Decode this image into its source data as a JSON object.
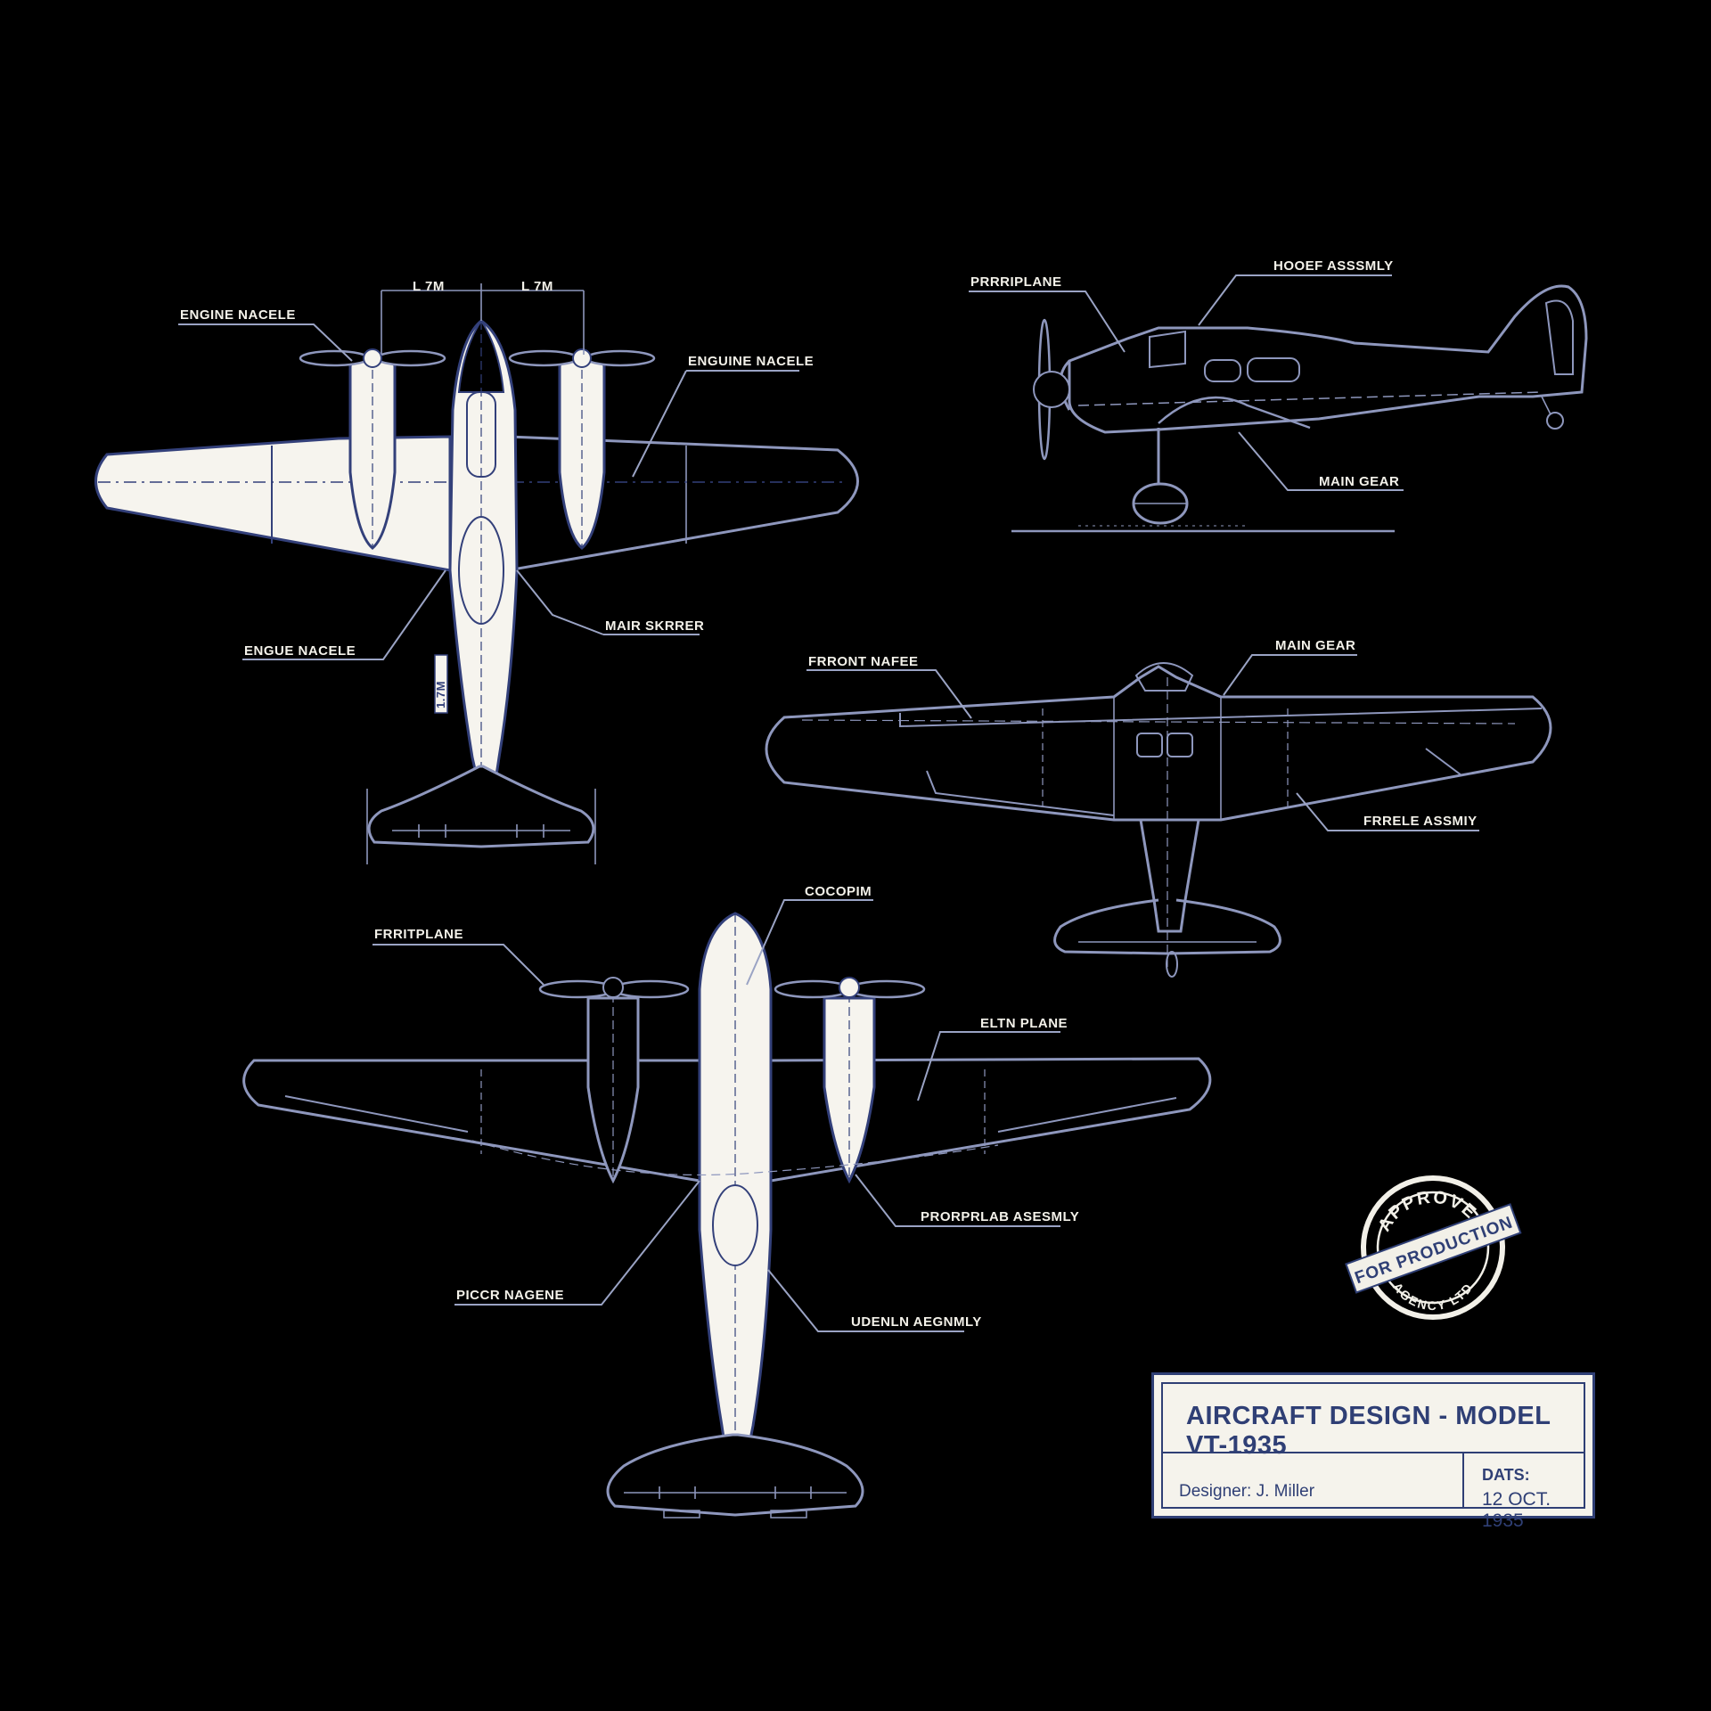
{
  "top_view": {
    "dim_left": "L 7M",
    "dim_right": "L 7M",
    "side_dim": "1.7M",
    "labels": {
      "engine_nacelle_left": "ENGINE NACELE",
      "engine_nacelle_right": "ENGUINE NACELE",
      "engine_nacelle_lower": "ENGUE NACELE",
      "main_steerer": "MAIR SKRRER"
    }
  },
  "side_view": {
    "labels": {
      "propeller": "PRRRIPLANE",
      "cockpit": "HOOEF ASSSMLY",
      "main_gear": "MAIN GEAR"
    }
  },
  "single_view": {
    "labels": {
      "front_nacelle": "FRRONT NAFEE",
      "main_gear": "MAIN GEAR",
      "frame": "FRRELE ASSMIY"
    }
  },
  "bottom_view": {
    "labels": {
      "cockpit": "COCOPIM",
      "propeller": "FRRITPLANE",
      "tail_plane": "ELTN PLANE",
      "prop_assembly": "PRORPRLAB ASESMLY",
      "engine_fairing": "PICCR NAGENE",
      "fuselage": "UDENLN AEGNMLY"
    }
  },
  "stamp": {
    "top": "APPROVED",
    "band": "FOR PRODUCTION",
    "bottom": "AGENCY LTD"
  },
  "title_block": {
    "title": "AIRCRAFT DESIGN - MODEL VT-1935",
    "designer": "Designer: J. Miller",
    "date_label": "DATS:",
    "date_value": "12 OCT. 1935"
  },
  "colors": {
    "background": "#000000",
    "ink": "#2f3f75",
    "paper": "#f5f3ec",
    "line": "#8e97bd"
  }
}
